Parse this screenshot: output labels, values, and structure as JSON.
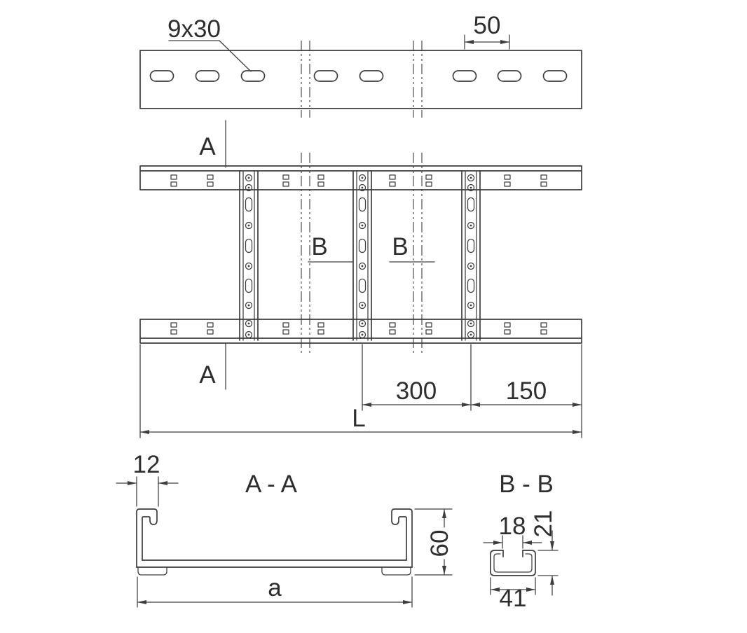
{
  "top_view": {
    "slot_label": "9x30",
    "dim_pitch": "50"
  },
  "plan": {
    "a_top": "A",
    "a_bottom": "A",
    "b_left": "B",
    "b_right": "B",
    "dim_300": "300",
    "dim_150": "150",
    "dim_L": "L"
  },
  "aa": {
    "title": "A - A",
    "dim_12": "12",
    "dim_60": "60",
    "dim_a": "a"
  },
  "bb": {
    "title": "B - B",
    "dim_18": "18",
    "dim_21": "21",
    "dim_41": "41"
  },
  "colors": {
    "line": "#3d3d3d",
    "text": "#2e2e2e",
    "background": "#ffffff"
  }
}
